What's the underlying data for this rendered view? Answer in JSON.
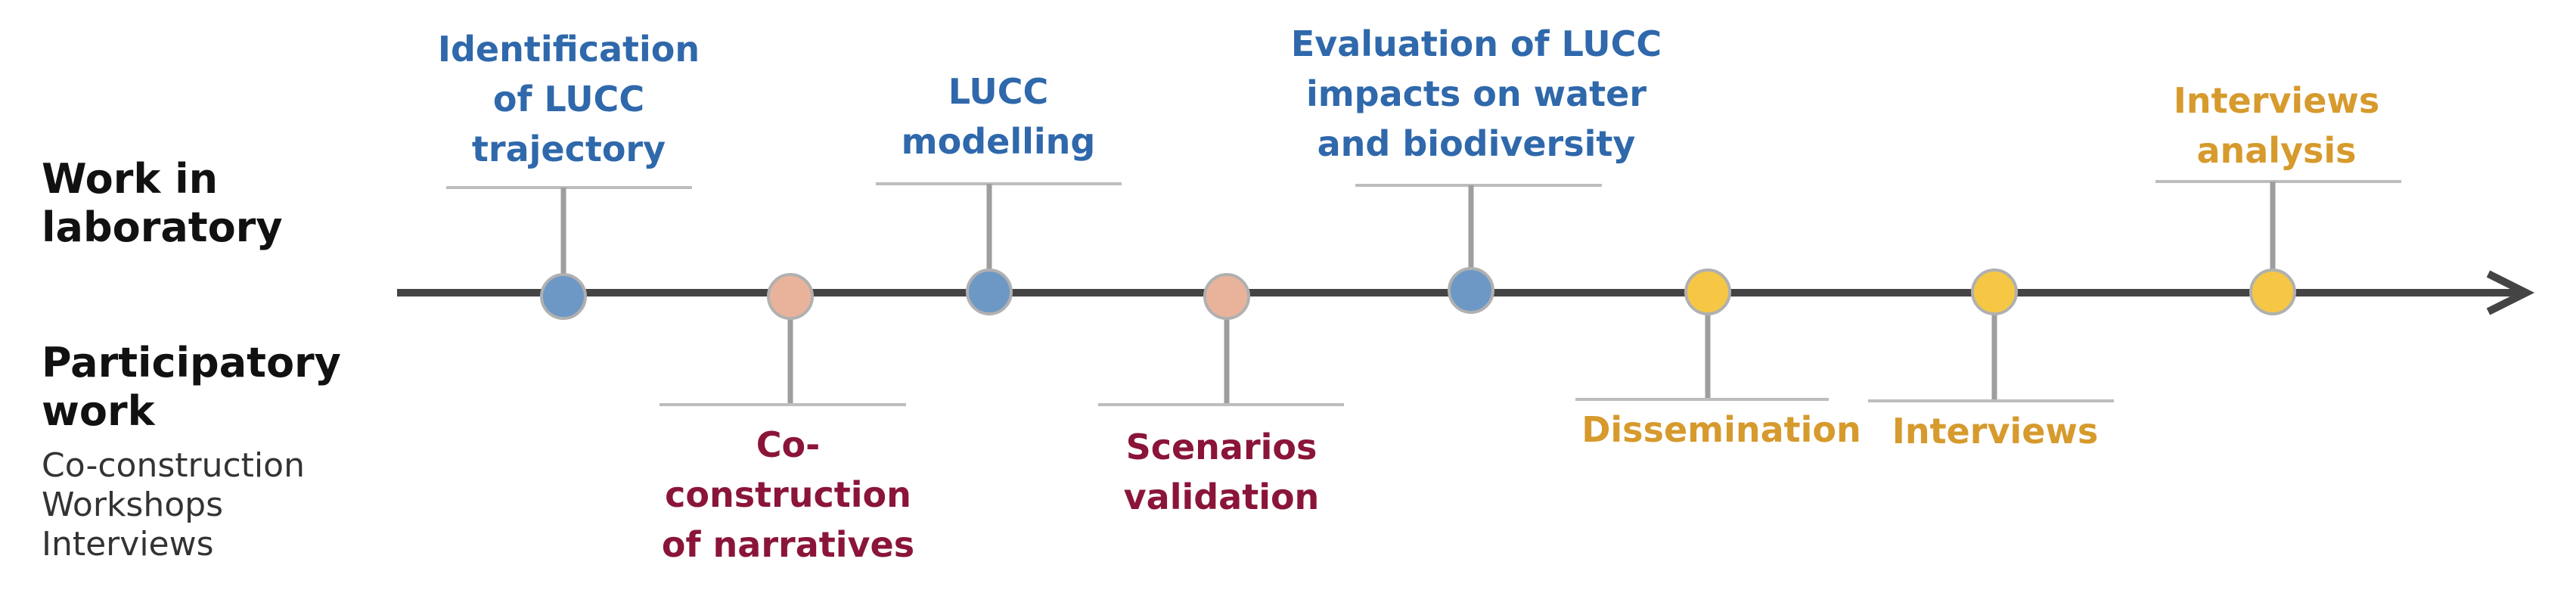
{
  "sidebar": {
    "lab_title": "Work in\nlaboratory",
    "participatory_title": "Participatory\nwork",
    "participatory_items": [
      "Co-construction",
      "Workshops",
      "Interviews"
    ]
  },
  "colors": {
    "lab": "#6d98c6",
    "participatory": "#e9b39b",
    "dissemination": "#f6c744",
    "axis": "#444444"
  },
  "milestones": [
    {
      "label": "Identification\nof LUCC\ntrajectory",
      "group": "lab",
      "side": "top"
    },
    {
      "label": "Co-\nconstruction\nof narratives",
      "group": "participatory",
      "side": "bottom"
    },
    {
      "label": "LUCC\nmodelling",
      "group": "lab",
      "side": "top"
    },
    {
      "label": "Scenarios\nvalidation",
      "group": "participatory",
      "side": "bottom"
    },
    {
      "label": "Evaluation of LUCC\nimpacts on water\nand biodiversity",
      "group": "lab",
      "side": "top"
    },
    {
      "label": "Dissemination",
      "group": "dissemination",
      "side": "bottom"
    },
    {
      "label": "Interviews",
      "group": "dissemination",
      "side": "bottom"
    },
    {
      "label": "Interviews\nanalysis",
      "group": "dissemination",
      "side": "top"
    }
  ]
}
